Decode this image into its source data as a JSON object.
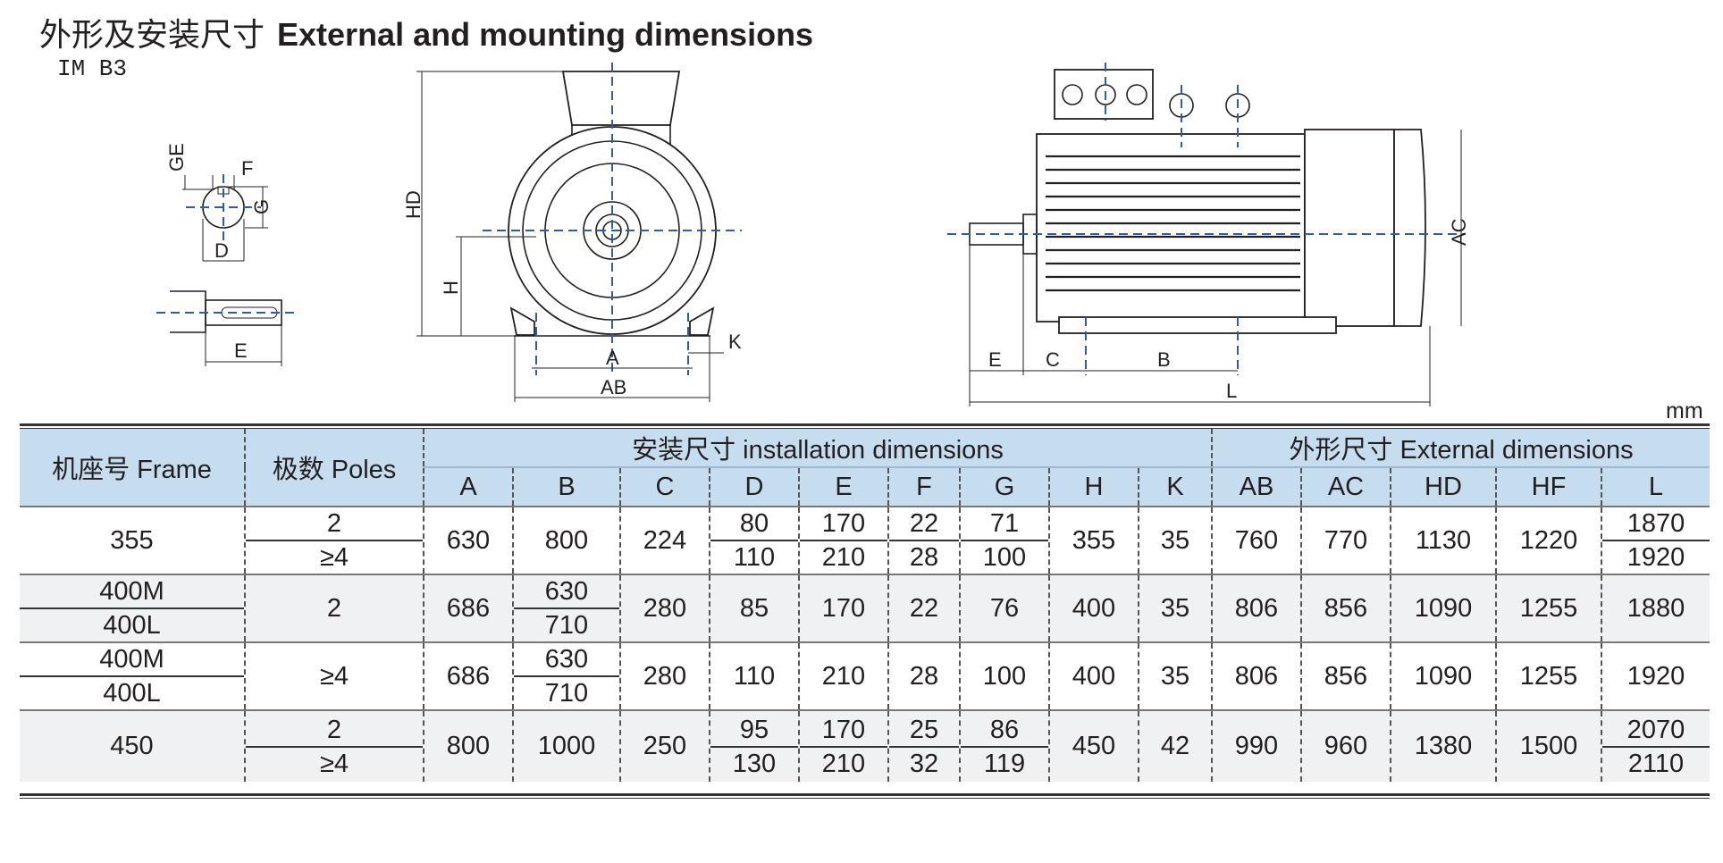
{
  "header": {
    "title_cn": "外形及安装尺寸",
    "title_en": "External and mounting dimensions",
    "mounting": "IM B3",
    "unit": "mm"
  },
  "drawing_labels": {
    "shaft": [
      "GE",
      "F",
      "G",
      "D",
      "E"
    ],
    "front": [
      "HD",
      "H",
      "A",
      "AB",
      "K"
    ],
    "side": [
      "AC",
      "E",
      "C",
      "B",
      "L"
    ]
  },
  "table": {
    "col_frame": "机座号  Frame",
    "col_poles": "极数 Poles",
    "group_install": "安装尺寸    installation dimensions",
    "group_external": "外形尺寸    External dimensions",
    "dim_headers": [
      "A",
      "B",
      "C",
      "D",
      "E",
      "F",
      "G",
      "H",
      "K",
      "AB",
      "AC",
      "HD",
      "HF",
      "L"
    ],
    "rows": [
      {
        "frame": [
          "355"
        ],
        "poles": [
          "2",
          "≥4"
        ],
        "A": [
          "630"
        ],
        "B": [
          "800"
        ],
        "C": [
          "224"
        ],
        "D": [
          "80",
          "110"
        ],
        "E": [
          "170",
          "210"
        ],
        "F": [
          "22",
          "28"
        ],
        "G": [
          "71",
          "100"
        ],
        "H": [
          "355"
        ],
        "K": [
          "35"
        ],
        "AB": [
          "760"
        ],
        "AC": [
          "770"
        ],
        "HD": [
          "1130"
        ],
        "HF": [
          "1220"
        ],
        "L": [
          "1870",
          "1920"
        ]
      },
      {
        "frame": [
          "400M",
          "400L"
        ],
        "poles": [
          "2"
        ],
        "A": [
          "686"
        ],
        "B": [
          "630",
          "710"
        ],
        "C": [
          "280"
        ],
        "D": [
          "85"
        ],
        "E": [
          "170"
        ],
        "F": [
          "22"
        ],
        "G": [
          "76"
        ],
        "H": [
          "400"
        ],
        "K": [
          "35"
        ],
        "AB": [
          "806"
        ],
        "AC": [
          "856"
        ],
        "HD": [
          "1090"
        ],
        "HF": [
          "1255"
        ],
        "L": [
          "1880"
        ]
      },
      {
        "frame": [
          "400M",
          "400L"
        ],
        "poles": [
          "≥4"
        ],
        "A": [
          "686"
        ],
        "B": [
          "630",
          "710"
        ],
        "C": [
          "280"
        ],
        "D": [
          "110"
        ],
        "E": [
          "210"
        ],
        "F": [
          "28"
        ],
        "G": [
          "100"
        ],
        "H": [
          "400"
        ],
        "K": [
          "35"
        ],
        "AB": [
          "806"
        ],
        "AC": [
          "856"
        ],
        "HD": [
          "1090"
        ],
        "HF": [
          "1255"
        ],
        "L": [
          "1920"
        ]
      },
      {
        "frame": [
          "450"
        ],
        "poles": [
          "2",
          "≥4"
        ],
        "A": [
          "800"
        ],
        "B": [
          "1000"
        ],
        "C": [
          "250"
        ],
        "D": [
          "95",
          "130"
        ],
        "E": [
          "170",
          "210"
        ],
        "F": [
          "25",
          "32"
        ],
        "G": [
          "86",
          "119"
        ],
        "H": [
          "450"
        ],
        "K": [
          "42"
        ],
        "AB": [
          "990"
        ],
        "AC": [
          "960"
        ],
        "HD": [
          "1380"
        ],
        "HF": [
          "1500"
        ],
        "L": [
          "2070",
          "2110"
        ]
      }
    ]
  },
  "colors": {
    "header_bg": "#c6dcef",
    "shade_bg": "#f0f1f2",
    "centerline": "#2c5fa8",
    "ink": "#231f20"
  }
}
